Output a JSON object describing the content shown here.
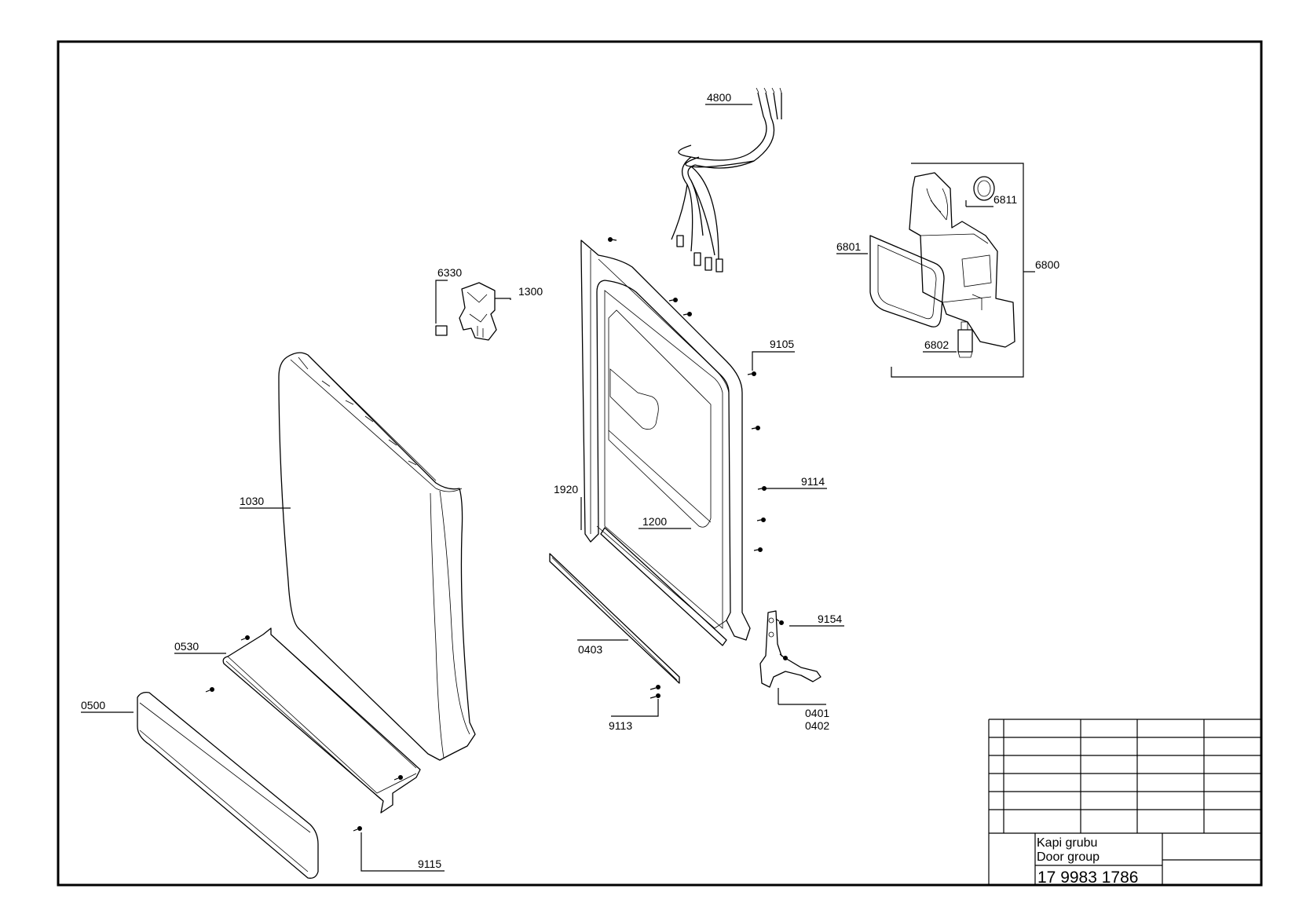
{
  "callouts": {
    "c4800": "4800",
    "c6811": "6811",
    "c6801": "6801",
    "c6800": "6800",
    "c6802": "6802",
    "c6330": "6330",
    "c1300": "1300",
    "c9105": "9105",
    "c1030": "1030",
    "c9114": "9114",
    "c1920": "1920",
    "c1200": "1200",
    "c9154": "9154",
    "c0530": "0530",
    "c0403": "0403",
    "c0500": "0500",
    "c9113": "9113",
    "c0401": "0401",
    "c0402": "0402",
    "c9115": "9115"
  },
  "title_block": {
    "name_tr": "Kapi grubu",
    "name_en": "Door group",
    "drawing_number": "17 9983 1786"
  }
}
